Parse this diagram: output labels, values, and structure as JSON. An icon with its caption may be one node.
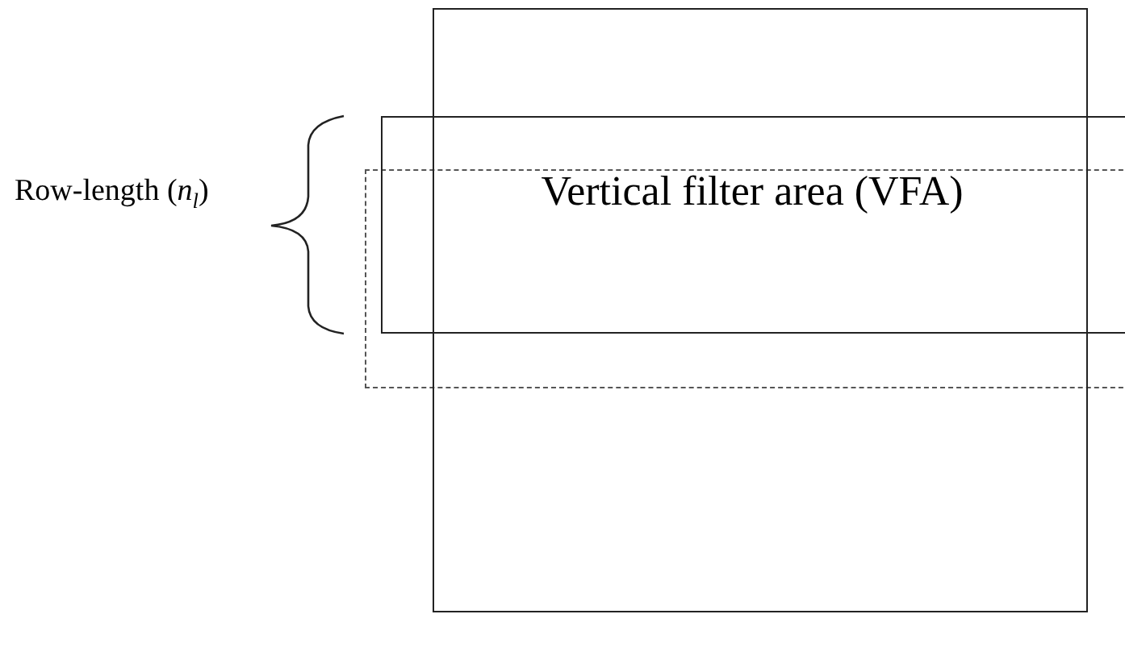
{
  "diagram": {
    "nodes": [
      {
        "text": [],
        "shape": "box"
      },
      {
        "text": [
          "Vertical filter area (VFA)"
        ]
      },
      {
        "text": [],
        "shape": "box"
      }
    ],
    "edges": [],
    "labels": [
      "Row-length (*n*$_{l}$)"
    ]
  }
}
